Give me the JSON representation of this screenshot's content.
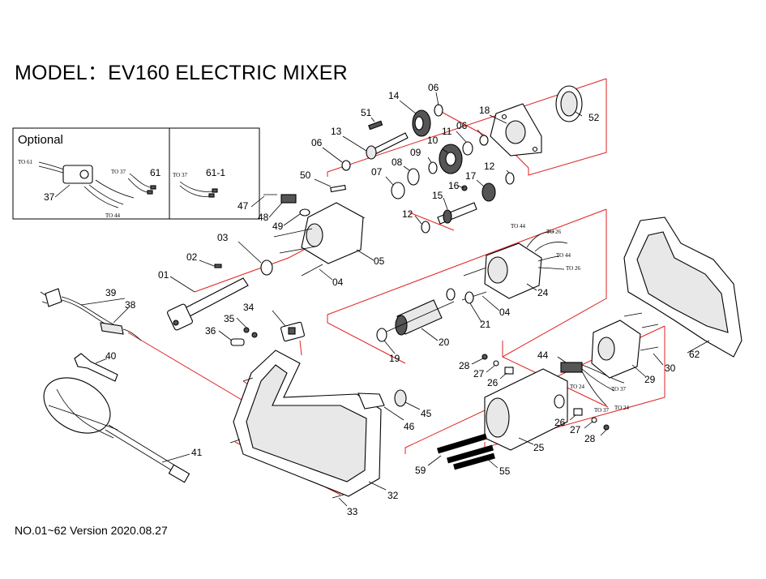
{
  "title": "MODEL：EV160  ELECTRIC MIXER",
  "footer": "NO.01~62 Version 2020.08.27",
  "optional_box": {
    "heading": "Optional",
    "labels": {
      "to61": "TO 61",
      "to37a": "TO 37",
      "to37b": "TO 37",
      "to44": "TO 44"
    },
    "parts": {
      "p37": "37",
      "p61": "61",
      "p611": "61-1"
    }
  },
  "wire_labels": {
    "w_to44_a": "TO 44",
    "w_to26_a": "TO 26",
    "w_to44_b": "TO 44",
    "w_to26_b": "TO 26",
    "w_to24": "TO 24",
    "w_to37_a": "TO 37",
    "w_to37_b": "TO 37",
    "w_to24_b": "TO 24"
  },
  "parts": {
    "p01": "01",
    "p02": "02",
    "p03": "03",
    "p04a": "04",
    "p04b": "04",
    "p05": "05",
    "p06a": "06",
    "p06b": "06",
    "p06c": "06",
    "p07": "07",
    "p08": "08",
    "p09": "09",
    "p10": "10",
    "p11": "11",
    "p12a": "12",
    "p12b": "12",
    "p13": "13",
    "p14": "14",
    "p15": "15",
    "p16": "16",
    "p17": "17",
    "p18": "18",
    "p19": "19",
    "p20": "20",
    "p21": "21",
    "p24": "24",
    "p25": "25",
    "p26a": "26",
    "p26b": "26",
    "p27a": "27",
    "p27b": "27",
    "p28a": "28",
    "p28b": "28",
    "p29": "29",
    "p30": "30",
    "p32": "32",
    "p33": "33",
    "p34": "34",
    "p35": "35",
    "p36": "36",
    "p38": "38",
    "p39": "39",
    "p40": "40",
    "p41": "41",
    "p44": "44",
    "p45": "45",
    "p46": "46",
    "p47": "47",
    "p48": "48",
    "p49": "49",
    "p50": "50",
    "p51": "51",
    "p52": "52",
    "p55": "55",
    "p59": "59",
    "p62": "62"
  }
}
